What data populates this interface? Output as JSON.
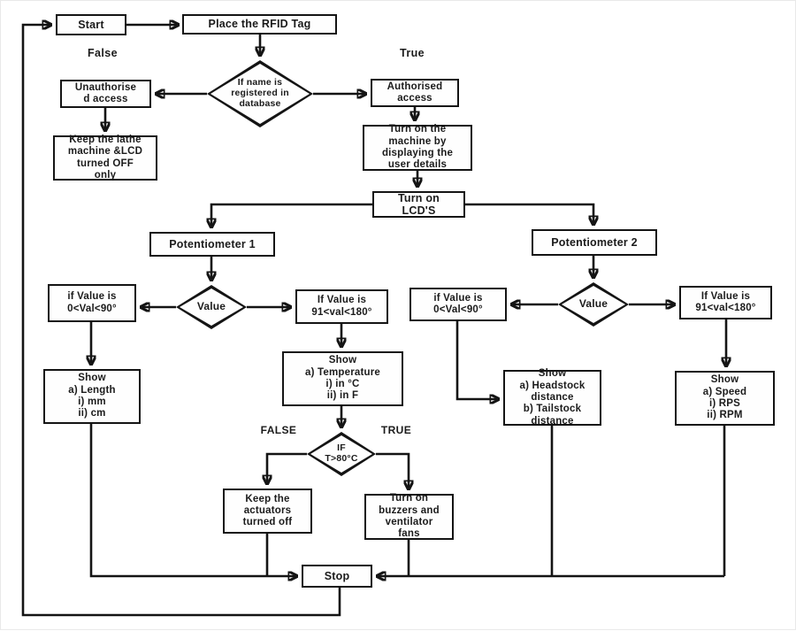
{
  "flowchart": {
    "nodes": {
      "start": {
        "label": "Start"
      },
      "place_rfid": {
        "label": "Place the RFID Tag"
      },
      "name_check": {
        "label": "If name is\nregistered in\ndatabase"
      },
      "unauthorised": {
        "label": "Unauthorise\nd access"
      },
      "keep_lathe_off": {
        "label": "Keep the lathe\nmachine &LCD\nturned OFF\nonly"
      },
      "authorised": {
        "label": "Authorised\naccess"
      },
      "turn_on_machine": {
        "label": "Turn on the\nmachine by\ndisplaying the\nuser details"
      },
      "turn_on_lcds": {
        "label": "Turn on\nLCD'S"
      },
      "potentiometer1": {
        "label": "Potentiometer 1"
      },
      "value1": {
        "label": "Value"
      },
      "pot1_low": {
        "label": "if Value is\n0<Val<90°"
      },
      "pot1_high": {
        "label": "If Value is\n91<val<180°"
      },
      "show_length": {
        "label": "Show\na) Length\ni) mm\nii) cm"
      },
      "show_temperature": {
        "label": "Show\na) Temperature\ni) in °C\nii) in F"
      },
      "temp_check": {
        "label": "IF\nT>80°C"
      },
      "keep_actuators": {
        "label": "Keep the\nactuators\nturned off"
      },
      "buzzers_fans": {
        "label": "Turn on\nbuzzers and\nventilator\nfans"
      },
      "potentiometer2": {
        "label": "Potentiometer 2"
      },
      "value2": {
        "label": "Value"
      },
      "pot2_low": {
        "label": "if Value is\n0<Val<90°"
      },
      "pot2_high": {
        "label": "If Value is\n91<val<180°"
      },
      "show_headstock": {
        "label": "Show\na) Headstock\ndistance\nb) Tailstock\ndistance"
      },
      "show_speed": {
        "label": "Show\na) Speed\ni) RPS\nii) RPM"
      },
      "stop": {
        "label": "Stop"
      }
    },
    "branch_labels": {
      "name_false": "False",
      "name_true": "True",
      "temp_false": "FALSE",
      "temp_true": "TRUE"
    },
    "colors": {
      "ink": "#141414",
      "background": "#ffffff"
    }
  }
}
